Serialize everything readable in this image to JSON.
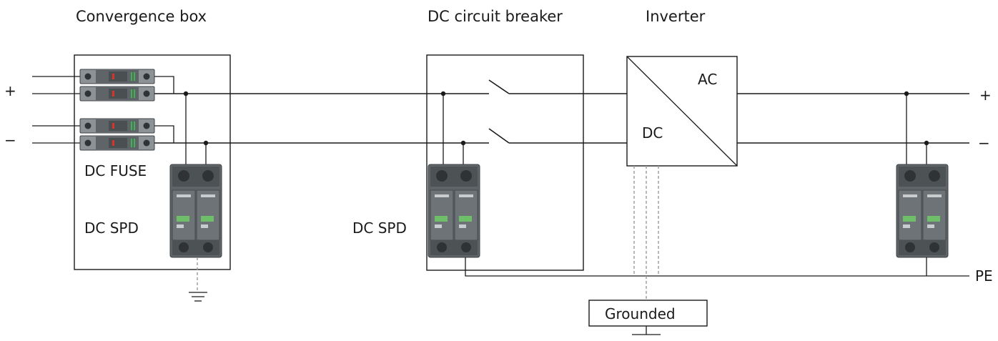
{
  "labels": {
    "convergence_box": "Convergence box",
    "dc_circuit_breaker": "DC circuit breaker",
    "inverter": "Inverter",
    "dc_fuse": "DC FUSE",
    "dc_spd_box": "DC SPD",
    "dc_spd_breaker": "DC SPD",
    "inverter_dc": "DC",
    "inverter_ac": "AC",
    "grounded": "Grounded",
    "pe": "PE",
    "input_plus": "+",
    "input_minus": "−",
    "output_plus": "+",
    "output_minus": "−"
  },
  "colors": {
    "line": "#1a1a1a",
    "ground_dash": "#9a9a9a",
    "device_body": "#5e6468",
    "device_dark": "#3d4245",
    "fuse_indicator_red": "#d9332b",
    "fuse_indicator_green": "#3fb34f",
    "spd_window_green": "#6fbf6a"
  },
  "icons": {
    "fuse": "dc-fuse-holder-icon",
    "spd": "surge-protection-device-icon",
    "switch": "breaker-switch-contact-icon",
    "ground": "ground-symbol-icon"
  }
}
